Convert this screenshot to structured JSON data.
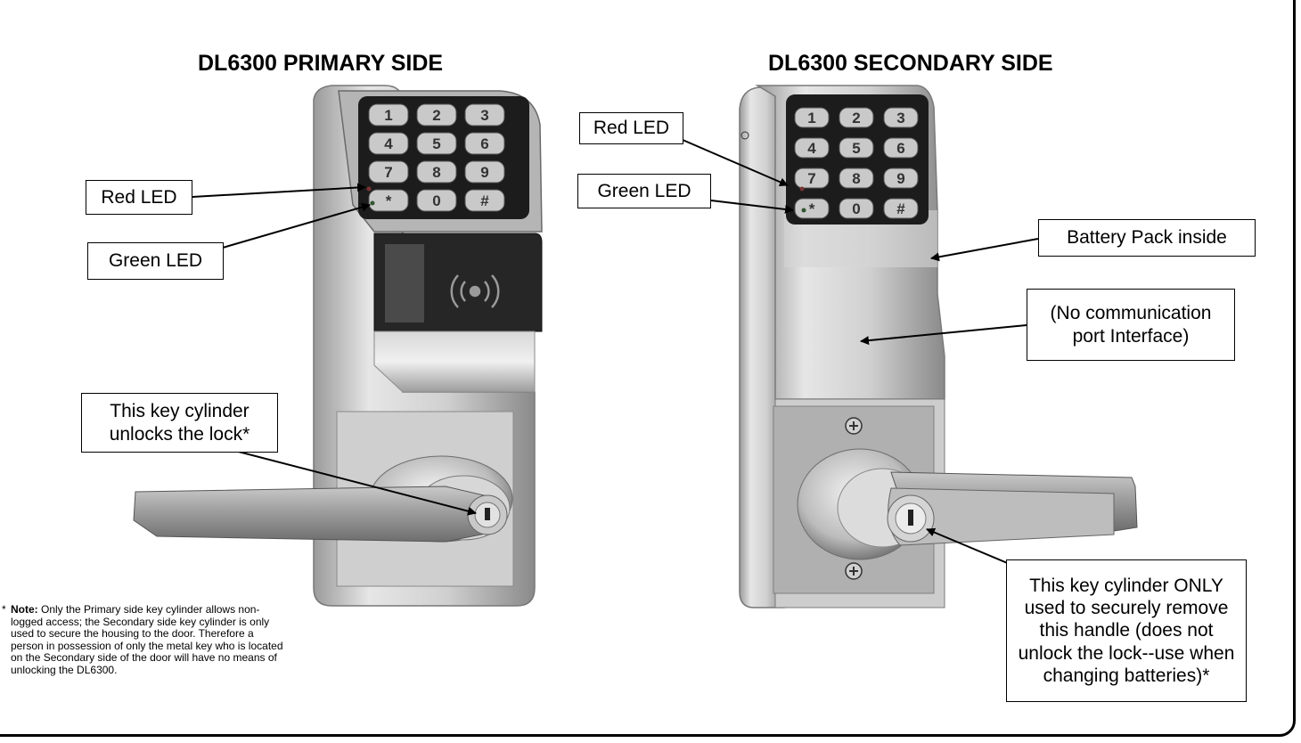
{
  "primary": {
    "title": "DL6300 PRIMARY SIDE",
    "labels": {
      "red_led": "Red LED",
      "green_led": "Green LED",
      "key_cylinder": "This key cylinder\nunlocks the lock*"
    },
    "keypad": [
      "1",
      "2",
      "3",
      "4",
      "5",
      "6",
      "7",
      "8",
      "9",
      "*",
      "0",
      "#"
    ],
    "prox_icon": "wireless-signal-icon"
  },
  "secondary": {
    "title": "DL6300 SECONDARY SIDE",
    "labels": {
      "red_led": "Red LED",
      "green_led": "Green LED",
      "battery": "Battery Pack inside",
      "no_port": "(No communication\nport Interface)",
      "key_cylinder": "This key cylinder ONLY\nused to securely remove\nthis handle (does not\nunlock the lock--use when\nchanging batteries)*"
    },
    "keypad": [
      "1",
      "2",
      "3",
      "4",
      "5",
      "6",
      "7",
      "8",
      "9",
      "*",
      "0",
      "#"
    ]
  },
  "note": {
    "marker": "*",
    "label": "Note:",
    "text": " Only the Primary side key cylinder allows non-logged access; the Secondary side key cylinder is only used to secure the housing to the door.  Therefore a person in possession of only the metal key who is located on the Secondary side of the door will have no means of unlocking the DL6300."
  },
  "colors": {
    "metal_light": "#e4e4e4",
    "metal_mid": "#bdbdbd",
    "metal_dark": "#7d7d7d",
    "keypad_bg": "#1c1c1c",
    "key_face": "#c9c9c9",
    "prox_reader": "#262626"
  }
}
